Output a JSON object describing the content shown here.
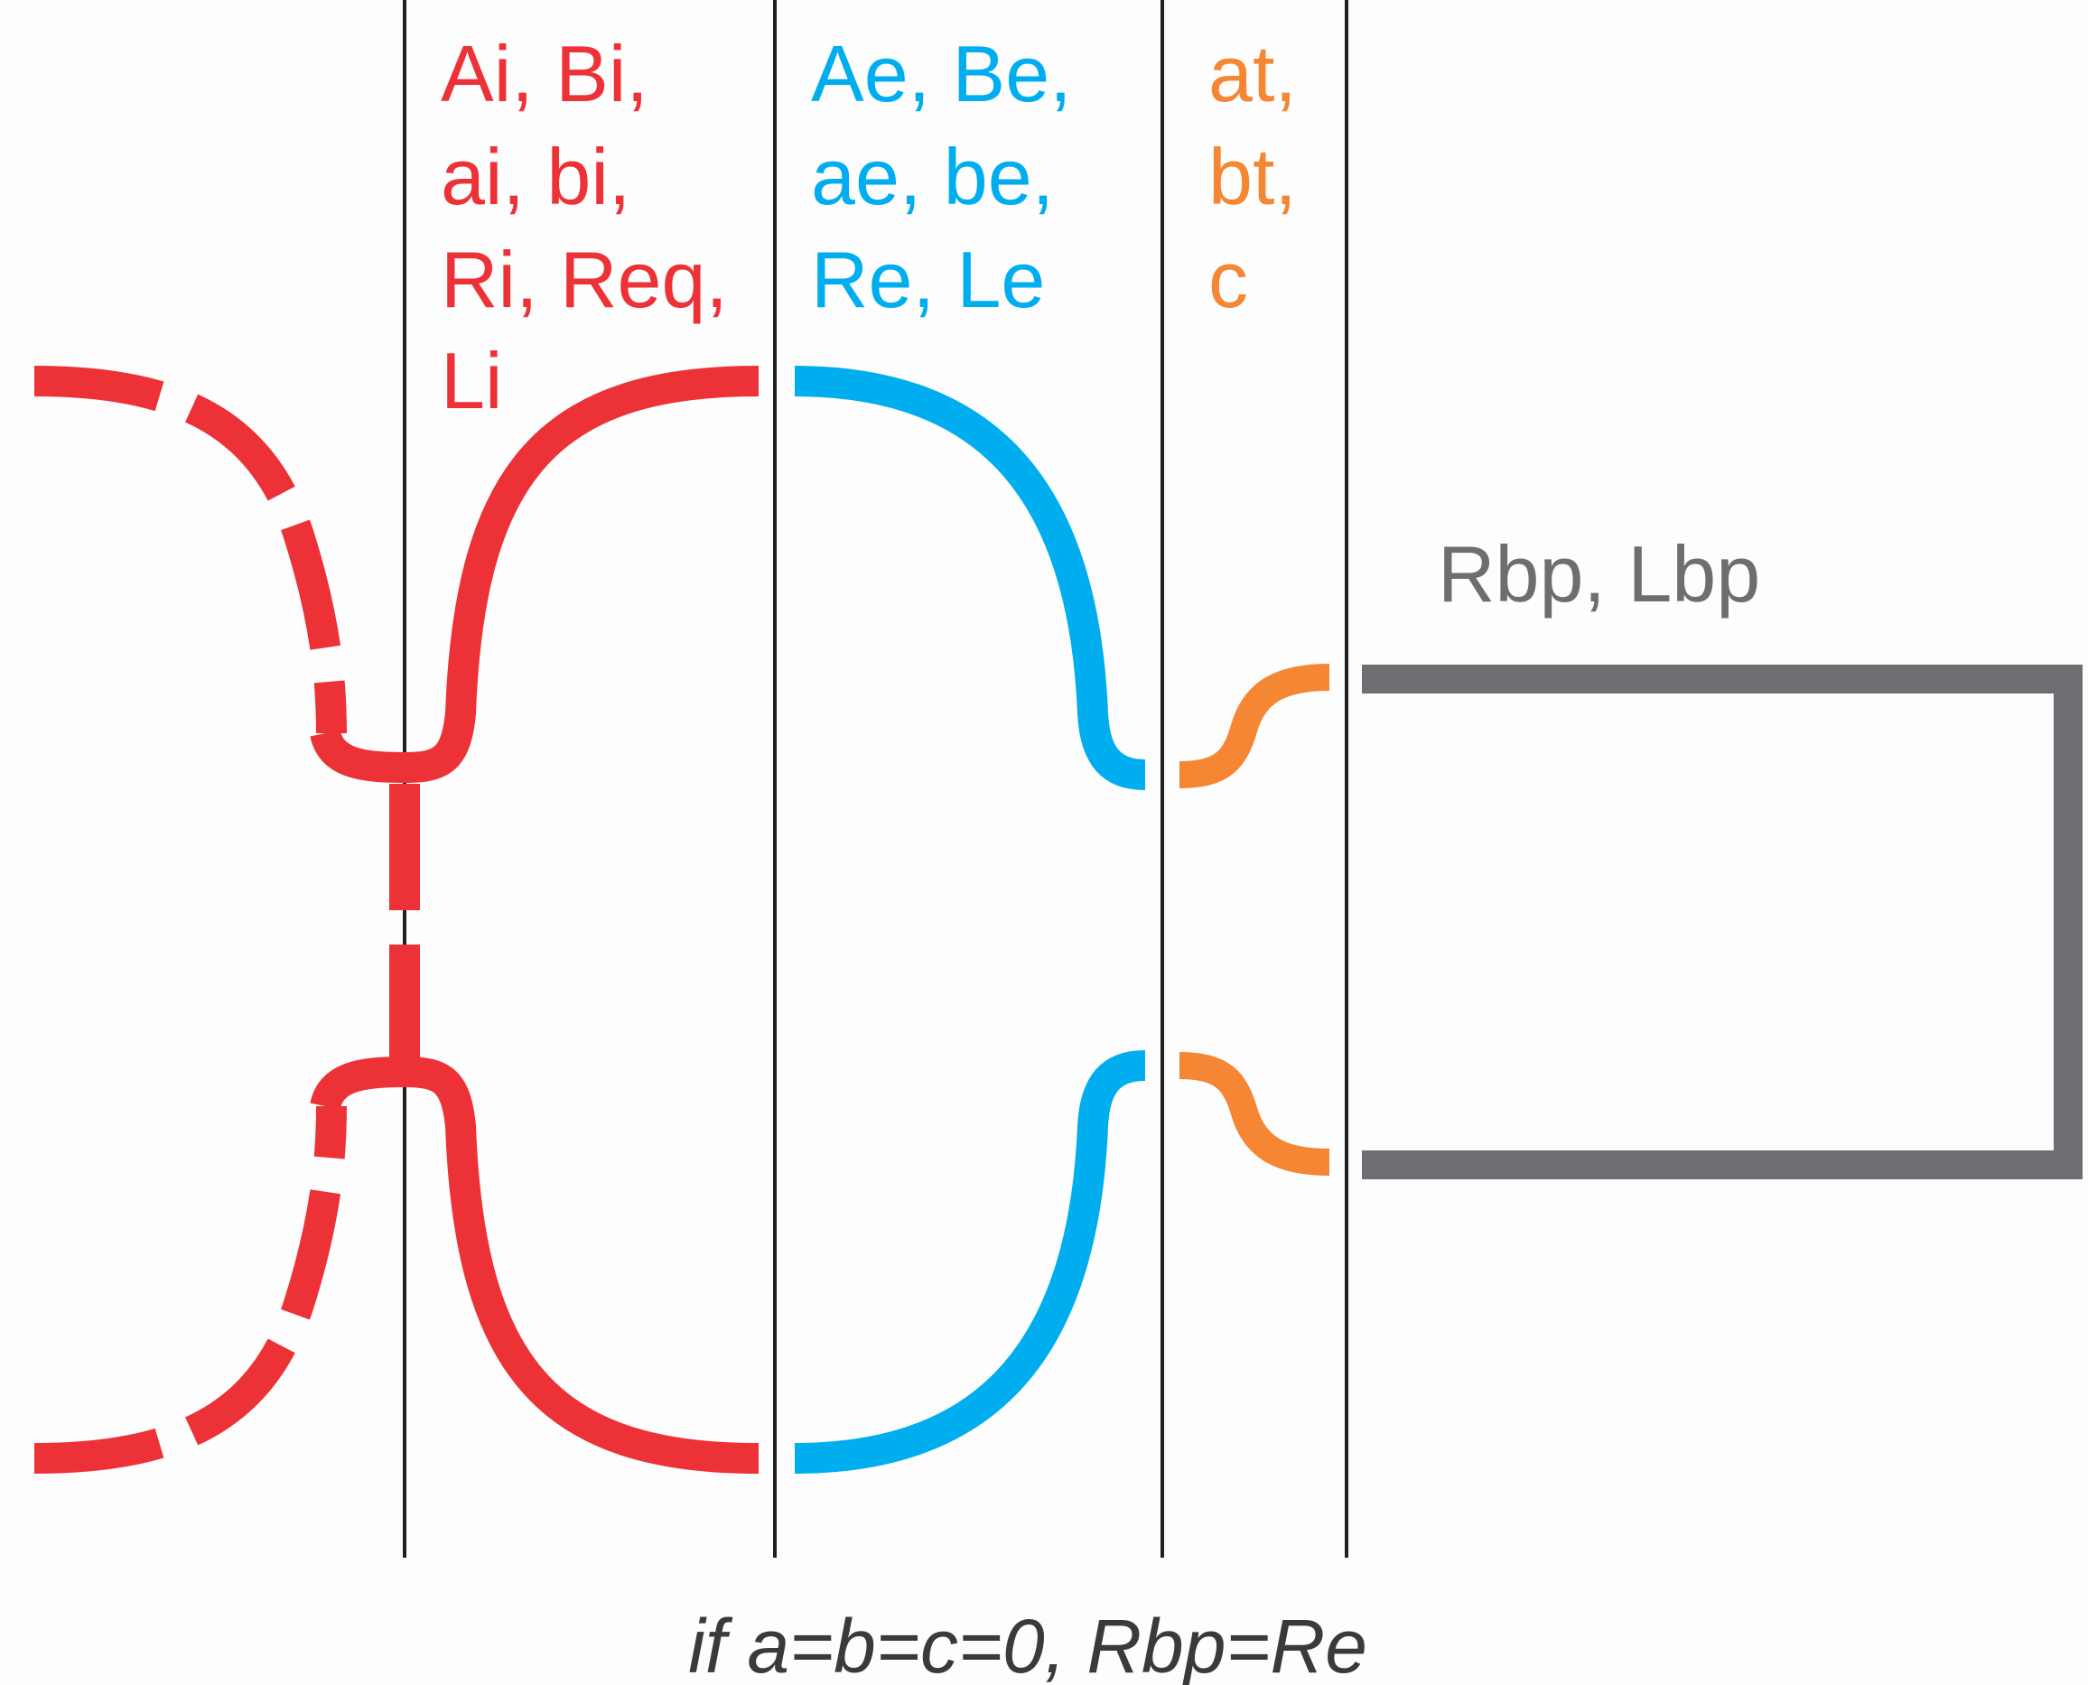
{
  "colors": {
    "internal": "#ed3237",
    "external": "#00aeef",
    "transition": "#f58634",
    "bypass": "#6d6e71",
    "divider": "#231f20",
    "caption": "#3a3a3a"
  },
  "labels": {
    "internal": [
      "Ai, Bi,",
      "ai, bi,",
      "Ri, Req,",
      "Li"
    ],
    "external": [
      "Ae, Be,",
      "ae, be,",
      "Re, Le"
    ],
    "transition": [
      "at,",
      "bt,",
      "c"
    ],
    "bypass": "Rbp, Lbp"
  },
  "caption": "if a=b=c=0, Rbp=Re"
}
